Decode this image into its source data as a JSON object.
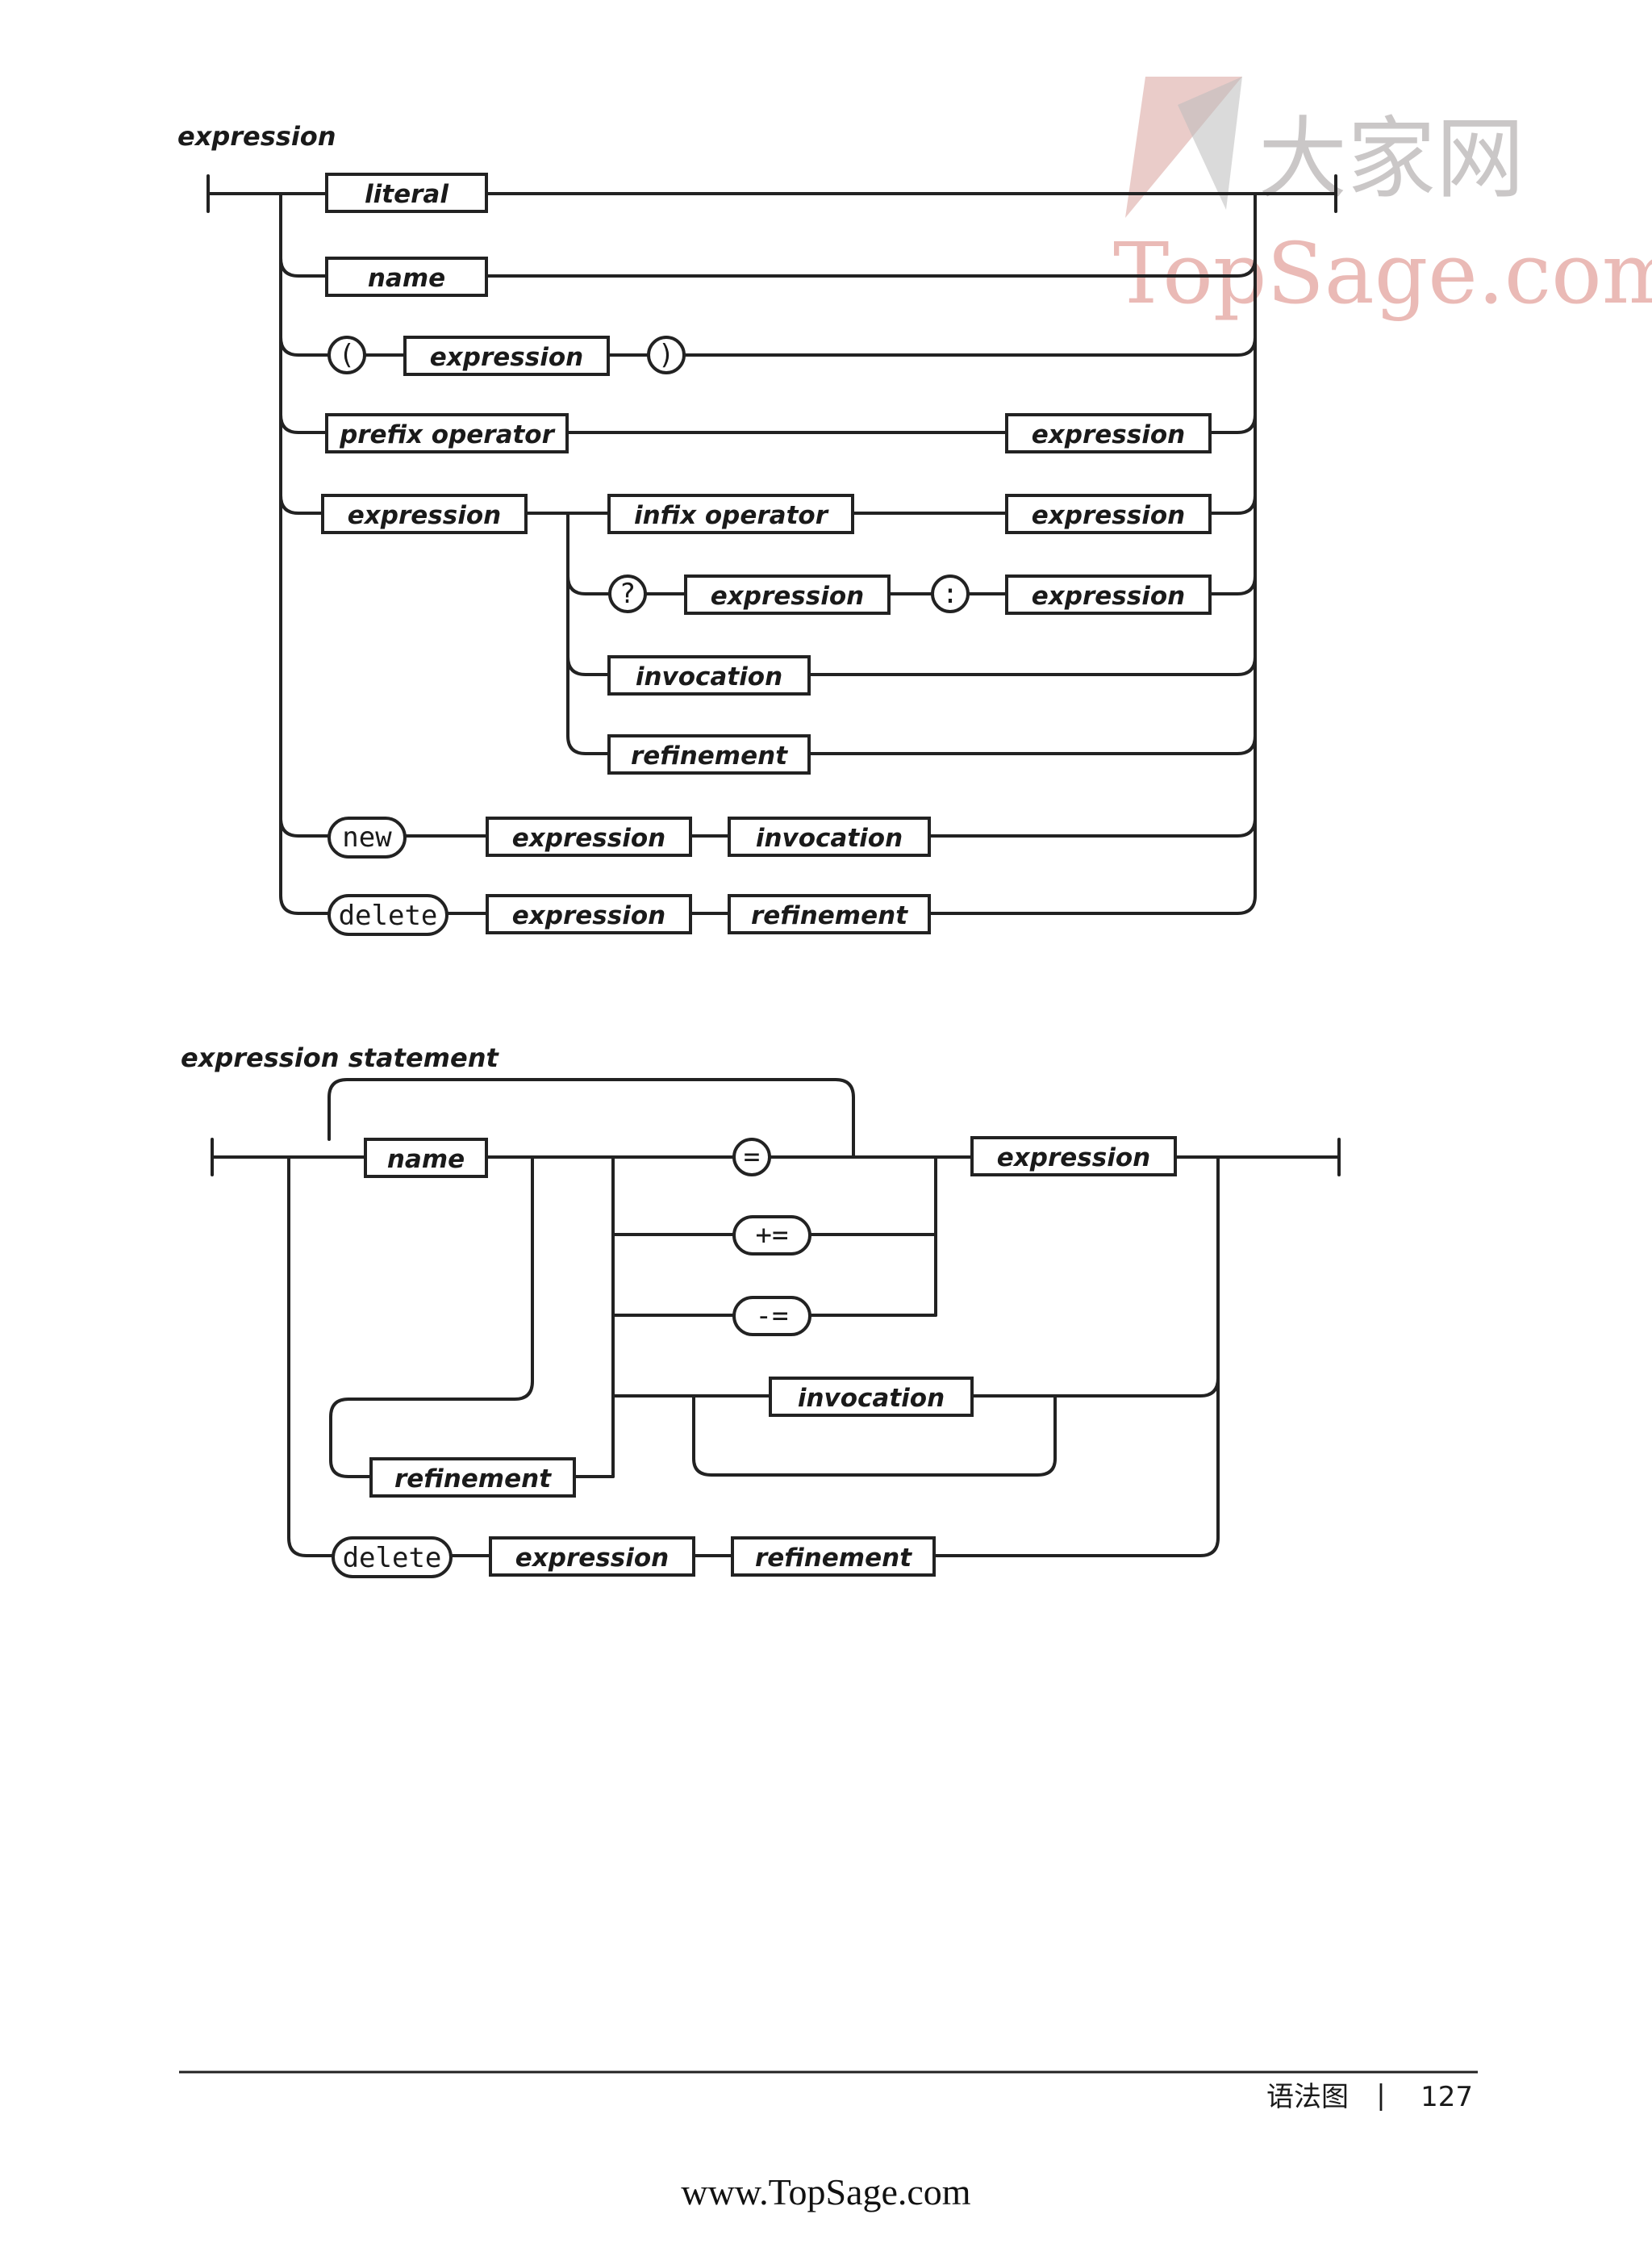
{
  "watermark": {
    "brand_cn": "大家网",
    "brand_en": "TopSage.com"
  },
  "expression_diagram": {
    "title": "expression",
    "nodes": {
      "literal": "literal",
      "name": "name",
      "open_paren": "(",
      "paren_expression": "expression",
      "close_paren": ")",
      "prefix_operator": "prefix operator",
      "prefix_expression": "expression",
      "infix_lhs_expression": "expression",
      "infix_operator": "infix operator",
      "infix_rhs_expression": "expression",
      "question_mark": "?",
      "ternary_then_expression": "expression",
      "colon": ":",
      "ternary_else_expression": "expression",
      "invocation": "invocation",
      "refinement": "refinement",
      "new_keyword": "new",
      "new_expression": "expression",
      "new_invocation": "invocation",
      "delete_keyword": "delete",
      "delete_expression": "expression",
      "delete_refinement": "refinement"
    }
  },
  "statement_diagram": {
    "title": "expression statement",
    "nodes": {
      "name": "name",
      "assign": "=",
      "add_assign": "+=",
      "sub_assign": "-=",
      "expression": "expression",
      "invocation": "invocation",
      "refinement": "refinement",
      "delete_keyword": "delete",
      "delete_expression": "expression",
      "delete_refinement": "refinement"
    }
  },
  "footer": {
    "section": "语法图",
    "separator": "|",
    "page_number": "127",
    "url": "www.TopSage.com"
  }
}
